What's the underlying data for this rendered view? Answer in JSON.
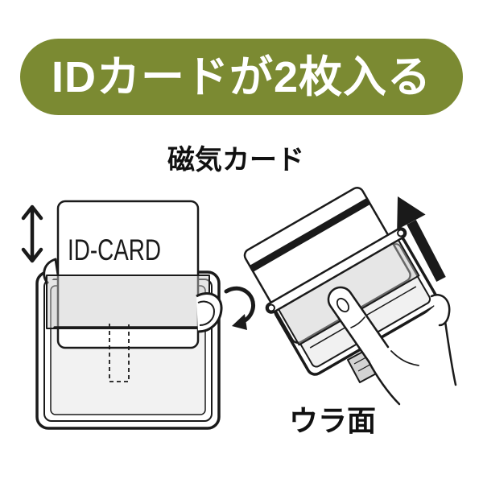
{
  "banner": {
    "text": "IDカードが2枚入る",
    "background_color": "#7b8a32",
    "text_color": "#ffffff"
  },
  "labels": {
    "magnetic_card": "磁気カード",
    "back_side": "ウラ面"
  },
  "front_view": {
    "card_text": "ID-CARD"
  },
  "icons": [
    "updown-arrow-icon",
    "rotate-arrow-icon",
    "up-arrow-icon"
  ]
}
